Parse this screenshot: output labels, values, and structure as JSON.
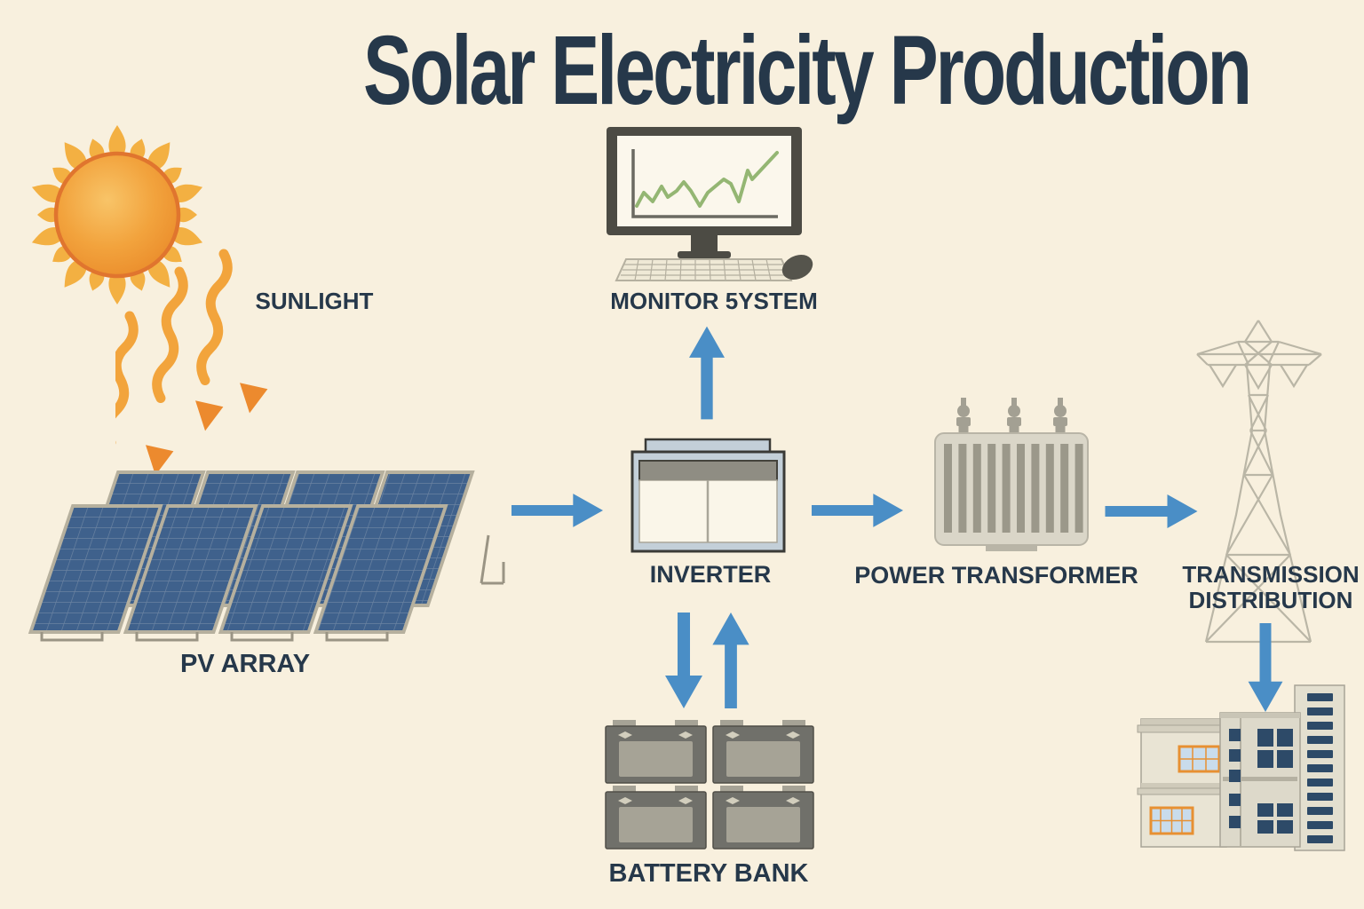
{
  "title": "Solar Electricity Production",
  "nodes": {
    "sunlight": {
      "label": "SUNLIGHT"
    },
    "pv_array": {
      "label": "PV ARRAY"
    },
    "monitor": {
      "label": "MONITOR 5YSTEM"
    },
    "inverter": {
      "label": "INVERTER"
    },
    "battery": {
      "label": "BATTERY BANK"
    },
    "transformer": {
      "label": "POWER TRANSFORMER"
    },
    "transmission": {
      "label_line1": "TRANSMISSION",
      "label_line2": "DISTRIBUTION"
    }
  },
  "icons": {
    "sun-icon": "radiant-sun shape",
    "sunlight-rays-icon": "three wavy orange arrows",
    "pv-array-icon": "eight slanted solar panels",
    "monitor-icon": "desktop computer with line chart",
    "inverter-icon": "inverter box",
    "power-transformer-icon": "ribbed transformer with bushings",
    "transmission-tower-icon": "lattice pylon",
    "battery-bank-icon": "four batteries",
    "buildings-icon": "three buildings",
    "flow-arrow": "solid blue arrow"
  },
  "colors": {
    "background": "#f8f0de",
    "text": "#26384a",
    "arrow": "#4a8ec6",
    "sun_core": "#f2a33d",
    "sun_ray": "#f3b042",
    "panel_blue": "#3f618c",
    "panel_frame": "#b6b09e",
    "chart_green": "#94b673",
    "monitor_frame": "#4c4b44",
    "metal_gray": "#9b988a",
    "battery_gray": "#70706a",
    "window_blue": "#2d4a68",
    "window_orange": "#e79032"
  }
}
